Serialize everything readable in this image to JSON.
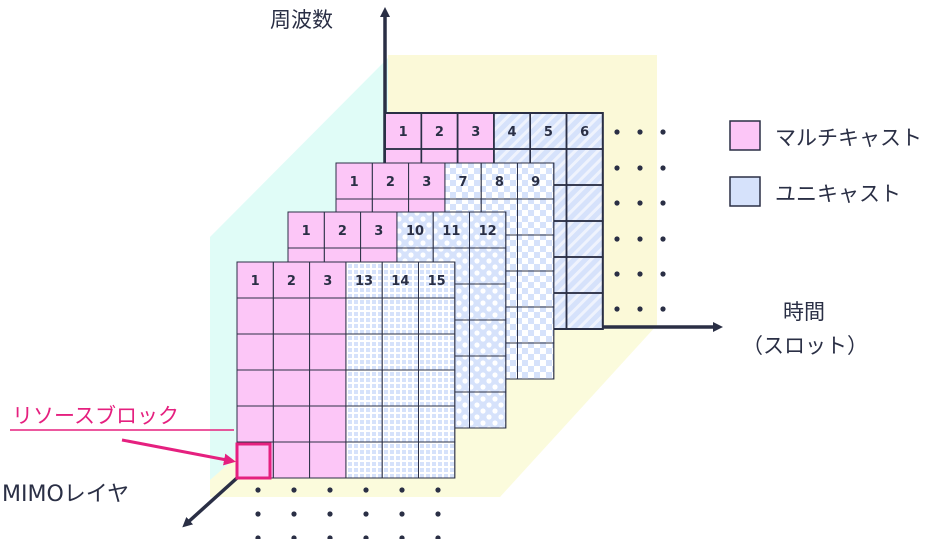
{
  "axes": {
    "frequency": "周波数",
    "time_line1": "時間",
    "time_line2": "（スロット）",
    "mimo": "MIMOレイヤ"
  },
  "annotation": "リソースブロック",
  "legend": [
    {
      "label": "マルチキャスト",
      "color": "#fcc6f7"
    },
    {
      "label": "ユニキャスト",
      "color": "#d6e2fb"
    }
  ],
  "layers": [
    {
      "multicast": [
        "1",
        "2",
        "3"
      ],
      "unicast": [
        "4",
        "5",
        "6"
      ],
      "pattern": "hatch"
    },
    {
      "multicast": [
        "1",
        "2",
        "3"
      ],
      "unicast": [
        "7",
        "8",
        "9"
      ],
      "pattern": "checker"
    },
    {
      "multicast": [
        "1",
        "2",
        "3"
      ],
      "unicast": [
        "10",
        "11",
        "12"
      ],
      "pattern": "dots"
    },
    {
      "multicast": [
        "1",
        "2",
        "3"
      ],
      "unicast": [
        "13",
        "14",
        "15"
      ],
      "pattern": "grid"
    }
  ],
  "colors": {
    "multicast": "#fcc6f7",
    "unicast": "#d6e2fb",
    "line": "#2a2f45",
    "accent": "#e5207f",
    "plane_cyan": "#e0fcf7",
    "plane_yellow": "#fbf9d8"
  }
}
